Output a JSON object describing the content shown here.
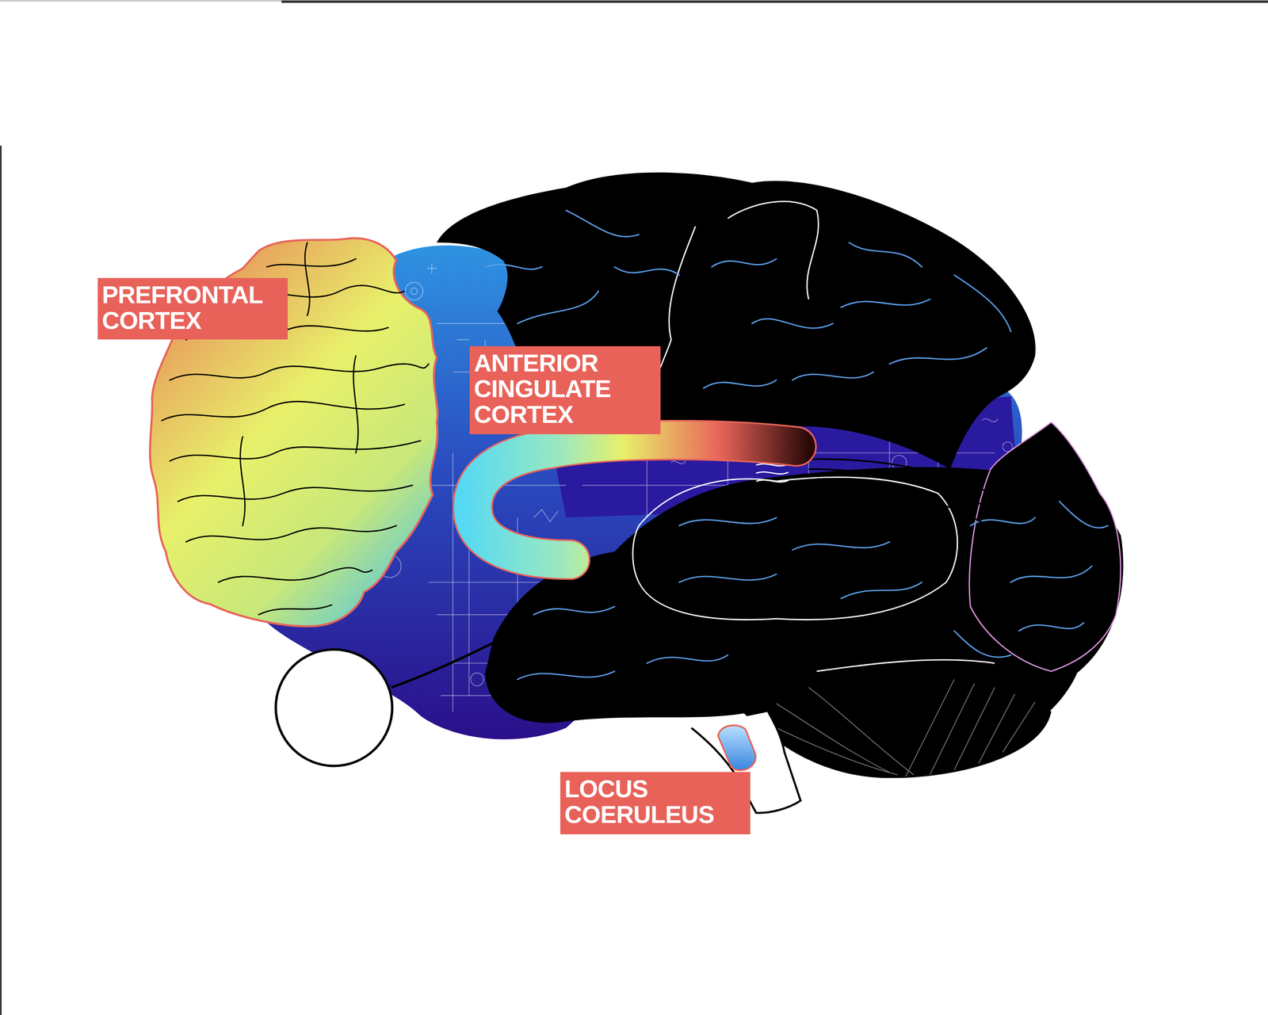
{
  "diagram": {
    "nodes": [
      {
        "text": [
          "PREFRONTAL CORTEX"
        ]
      },
      {
        "text": [
          "ANTERIOR CINGULATE CORTEX"
        ]
      },
      {
        "text": [
          "LOCUS COERULEUS"
        ]
      }
    ]
  }
}
